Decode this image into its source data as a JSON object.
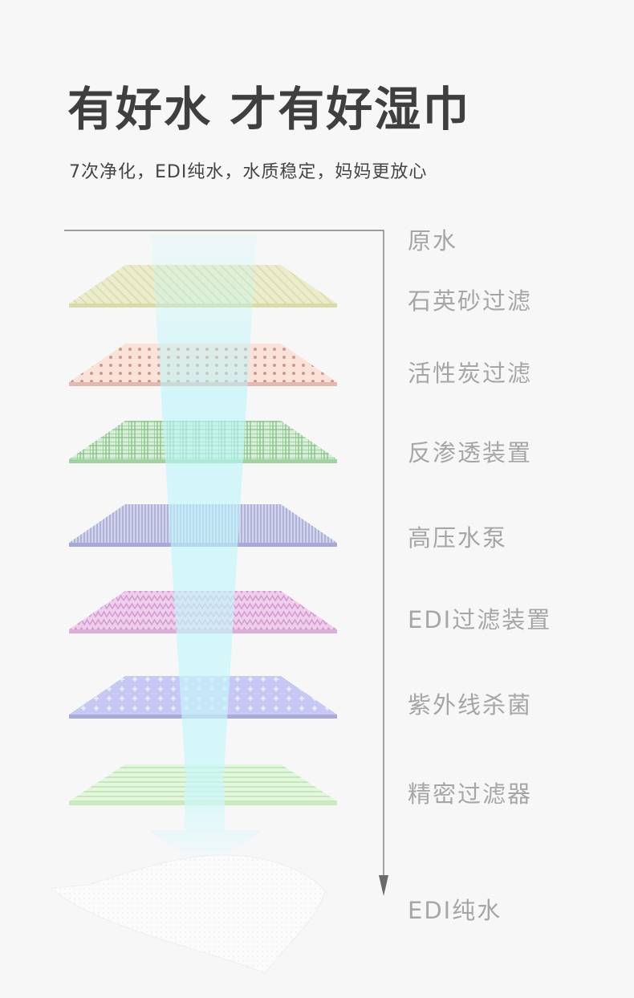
{
  "header": {
    "title": "有好水 才有好湿巾",
    "subtitle": "7次净化，EDI纯水，水质稳定，妈妈更放心"
  },
  "steps": [
    {
      "label": "原水"
    },
    {
      "label": "石英砂过滤",
      "color": "#e8e9c6"
    },
    {
      "label": "活性炭过滤",
      "color": "#f9ddd2"
    },
    {
      "label": "反渗透装置",
      "color": "#d2efd1"
    },
    {
      "label": "高压水泵",
      "color": "#c8c9e6"
    },
    {
      "label": "EDI过滤装置",
      "color": "#ecc8ea"
    },
    {
      "label": "紫外线杀菌",
      "color": "#c3c4f2"
    },
    {
      "label": "精密过滤器",
      "color": "#dcf4d4"
    },
    {
      "label": "EDI纯水"
    }
  ],
  "colors": {
    "title": "#3f3f3f",
    "label": "#a6a6a6",
    "water_beam": "#b8f6fa"
  }
}
